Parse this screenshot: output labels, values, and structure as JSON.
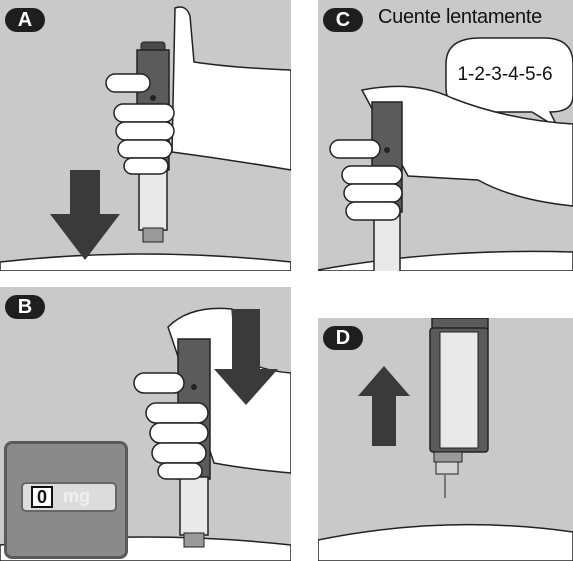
{
  "panels": {
    "a": {
      "letter": "A"
    },
    "b": {
      "letter": "B",
      "dose_display": {
        "value": "0",
        "unit": "mg"
      }
    },
    "c": {
      "letter": "C",
      "caption": "Cuente lentamente",
      "count": "1-2-3-4-5-6"
    },
    "d": {
      "letter": "D"
    }
  },
  "colors": {
    "panel_background": "#c9c9c9",
    "badge": "#1e1e1e",
    "arrow": "#3a3a3a",
    "pen_dark": "#5b5b5b",
    "pen_light": "#e9e9e9"
  },
  "icons": {
    "a": [
      "pen-icon",
      "hand-icon",
      "arrow-down-icon"
    ],
    "b": [
      "pen-icon",
      "hand-icon",
      "arrow-down-icon",
      "dose-dial-icon"
    ],
    "c": [
      "pen-icon",
      "hand-icon",
      "speech-bubble-icon"
    ],
    "d": [
      "pen-icon",
      "arrow-up-icon"
    ]
  }
}
